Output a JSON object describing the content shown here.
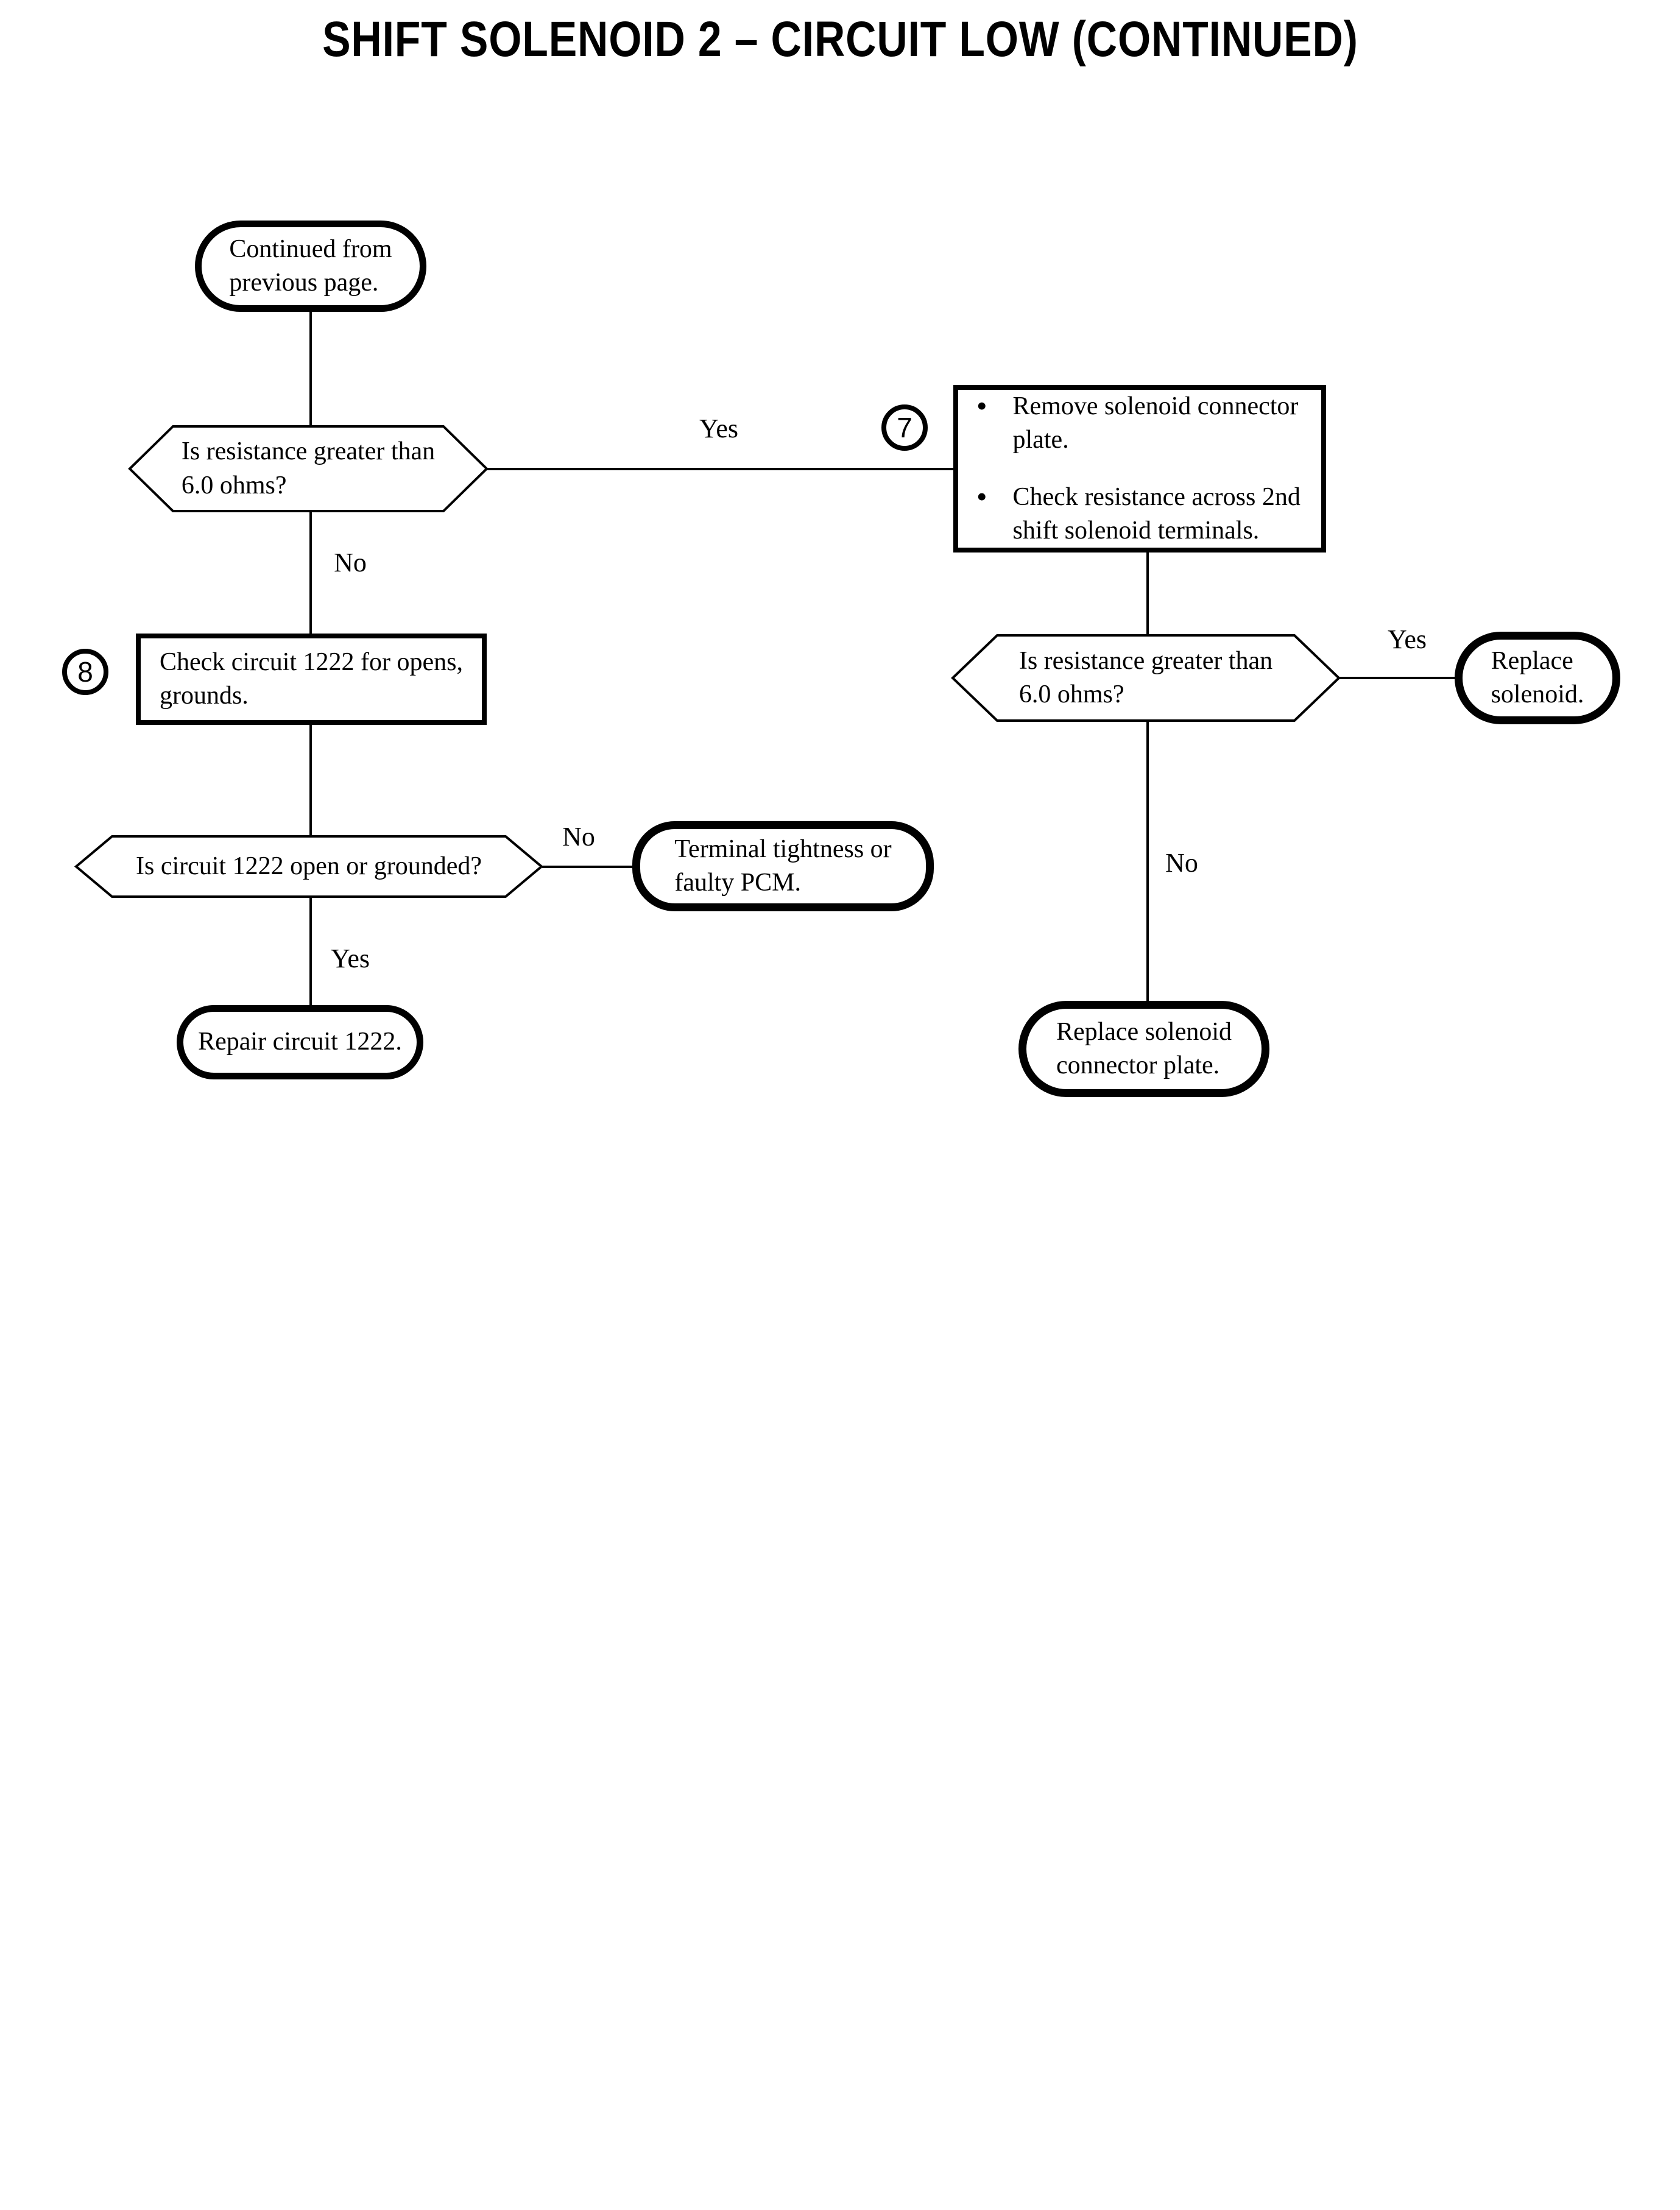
{
  "title": "SHIFT SOLENOID 2 – CIRCUIT LOW  (CONTINUED)",
  "colors": {
    "ink": "#000000",
    "paper": "#ffffff"
  },
  "nodes": {
    "start": {
      "text": "Continued from\nprevious page."
    },
    "decision1": {
      "text": "Is resistance greater than\n6.0 ohms?"
    },
    "step7": {
      "number": "7",
      "bullet": "•",
      "bullets": [
        {
          "text": "Remove solenoid connector\nplate."
        },
        {
          "text": "Check resistance across 2nd\nshift solenoid terminals."
        }
      ]
    },
    "step8": {
      "number": "8",
      "text": "Check circuit 1222 for opens,\ngrounds."
    },
    "decision2": {
      "text": "Is circuit 1222 open or grounded?"
    },
    "terminal_pcm": {
      "text": "Terminal tightness or\nfaulty PCM."
    },
    "repair": {
      "text": "Repair circuit 1222."
    },
    "decision3": {
      "text": "Is resistance greater than\n6.0 ohms?"
    },
    "replace_solenoid": {
      "text": "Replace\nsolenoid."
    },
    "replace_plate": {
      "text": "Replace solenoid\nconnector plate."
    }
  },
  "labels": {
    "yes1": "Yes",
    "no1": "No",
    "no2": "No",
    "yes2": "Yes",
    "yes3": "Yes",
    "no3": "No"
  }
}
